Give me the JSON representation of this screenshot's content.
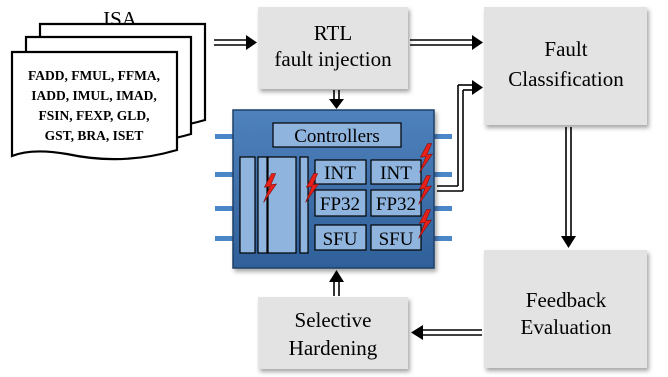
{
  "isa": {
    "title": "ISA",
    "lines": [
      "FADD, FMUL, FFMA,",
      "IADD, IMUL, IMAD,",
      "FSIN, FEXP, GLD,",
      "GST, BRA, ISET"
    ]
  },
  "boxes": {
    "rtl": {
      "line1": "RTL",
      "line2": "fault injection"
    },
    "fault_classification": {
      "line1": "Fault",
      "line2": "Classification"
    },
    "feedback_evaluation": {
      "line1": "Feedback",
      "line2": "Evaluation"
    },
    "selective_hardening": {
      "line1": "Selective",
      "line2": "Hardening"
    }
  },
  "gpu": {
    "controllers": "Controllers",
    "units_left": [
      "INT",
      "FP32",
      "SFU"
    ],
    "units_right": [
      "INT",
      "FP32",
      "SFU"
    ]
  },
  "colors": {
    "box_fill": "#e3e3e3",
    "gpu_fill": "#3d6fa8",
    "gpu_inner": "#8fb4de",
    "pin": "#4a86c8",
    "lightning": "#e8201a"
  }
}
